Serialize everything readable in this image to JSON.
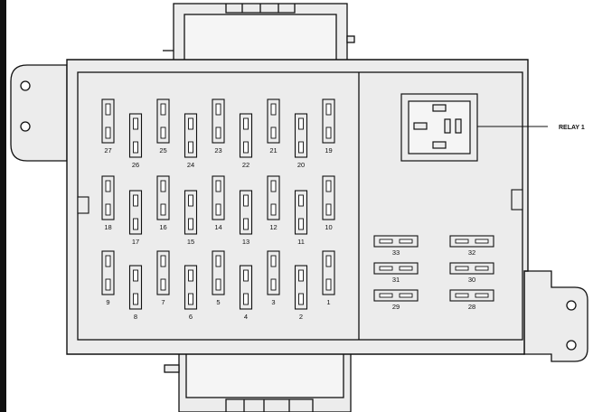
{
  "relay_label": "RELAY 1",
  "colors": {
    "fill": "#ececec",
    "stroke": "#111111",
    "background": "#ffffff"
  },
  "fuse_rows": [
    [
      "27",
      "26",
      "25",
      "24",
      "23",
      "22",
      "21",
      "20",
      "19"
    ],
    [
      "18",
      "17",
      "16",
      "15",
      "14",
      "13",
      "12",
      "11",
      "10"
    ],
    [
      "9",
      "8",
      "7",
      "6",
      "5",
      "4",
      "3",
      "2",
      "1"
    ]
  ],
  "mini_fuses": [
    {
      "label": "33",
      "col": 0,
      "row": 0
    },
    {
      "label": "32",
      "col": 1,
      "row": 0
    },
    {
      "label": "31",
      "col": 0,
      "row": 1
    },
    {
      "label": "30",
      "col": 1,
      "row": 1
    },
    {
      "label": "29",
      "col": 0,
      "row": 2
    },
    {
      "label": "28",
      "col": 1,
      "row": 2
    }
  ]
}
